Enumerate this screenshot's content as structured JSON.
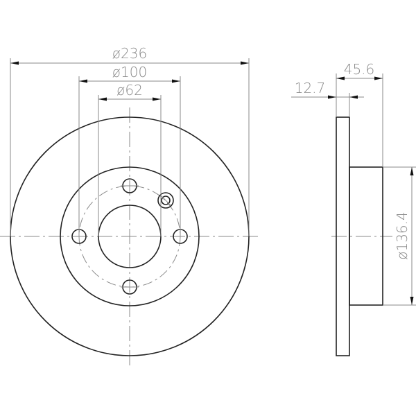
{
  "drawing": {
    "subject": "brake disc technical drawing",
    "front_view": {
      "dimensions": {
        "outer_diameter": "ø236",
        "bolt_circle_diameter": "ø100",
        "center_bore_diameter": "ø62"
      },
      "bolt_holes": 4
    },
    "side_view": {
      "dimensions": {
        "disc_thickness": "12.7",
        "overall_height": "45.6",
        "hub_diameter": "ø136.4"
      }
    },
    "colors": {
      "outline": "#222222",
      "dimension": "#8a8a8a",
      "background": "#ffffff"
    }
  }
}
